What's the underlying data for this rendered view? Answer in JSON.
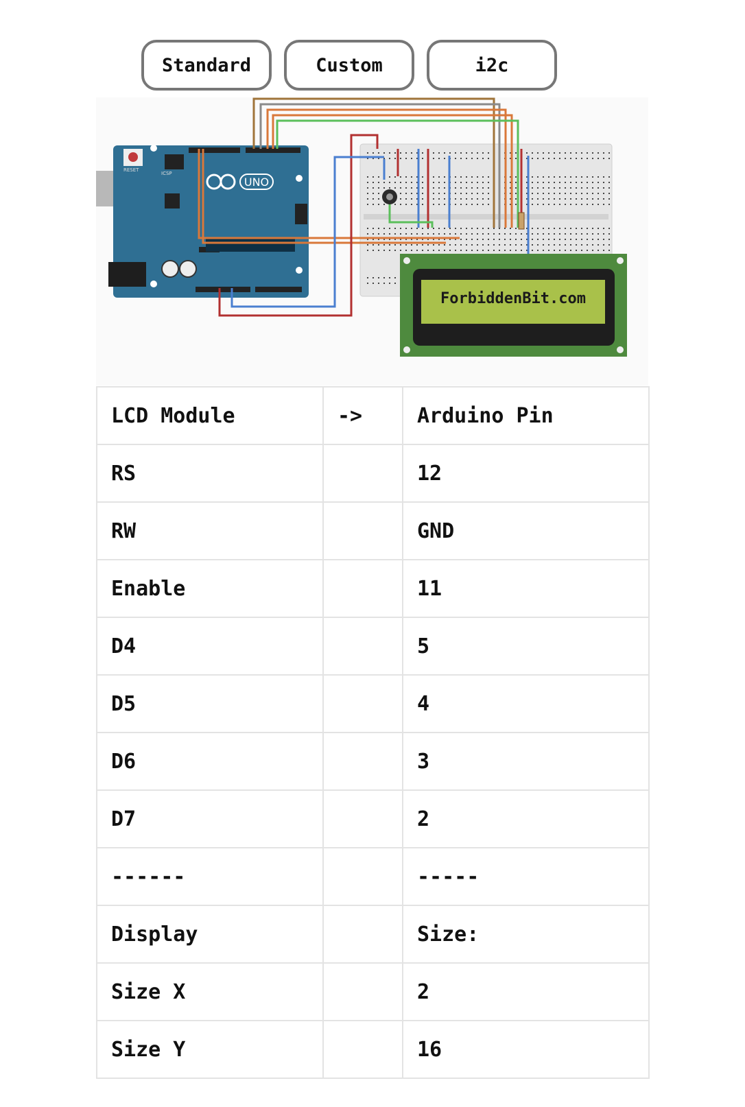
{
  "tabs": [
    {
      "label": "Standard"
    },
    {
      "label": "Custom"
    },
    {
      "label": "i2c"
    }
  ],
  "diagram": {
    "board_label": "UNO",
    "reset_label": "RESET",
    "icsp_label": "ICSP",
    "lcd_text": "ForbiddenBit.com",
    "colors": {
      "board": "#2f6f93",
      "lcd_pcb": "#4e8a3e",
      "lcd_screen": "#a9c14a",
      "wire_orange": "#d9783a",
      "wire_brown": "#a0743a",
      "wire_gray": "#8a8a8a",
      "wire_green": "#5bbf5b",
      "wire_blue": "#4a7fd0",
      "wire_red": "#b23030"
    }
  },
  "table": {
    "header": {
      "c1": "LCD Module",
      "c2": "->",
      "c3": "Arduino Pin"
    },
    "rows": [
      {
        "c1": "RS",
        "c2": "",
        "c3": "12"
      },
      {
        "c1": "RW",
        "c2": "",
        "c3": "GND"
      },
      {
        "c1": "Enable",
        "c2": "",
        "c3": "11"
      },
      {
        "c1": "D4",
        "c2": "",
        "c3": "5"
      },
      {
        "c1": "D5",
        "c2": "",
        "c3": "4"
      },
      {
        "c1": "D6",
        "c2": "",
        "c3": "3"
      },
      {
        "c1": "D7",
        "c2": "",
        "c3": "2"
      },
      {
        "c1": "------",
        "c2": "",
        "c3": "-----"
      },
      {
        "c1": "Display",
        "c2": "",
        "c3": "Size:"
      },
      {
        "c1": "Size X",
        "c2": "",
        "c3": "2"
      },
      {
        "c1": "Size Y",
        "c2": "",
        "c3": "16"
      }
    ]
  }
}
